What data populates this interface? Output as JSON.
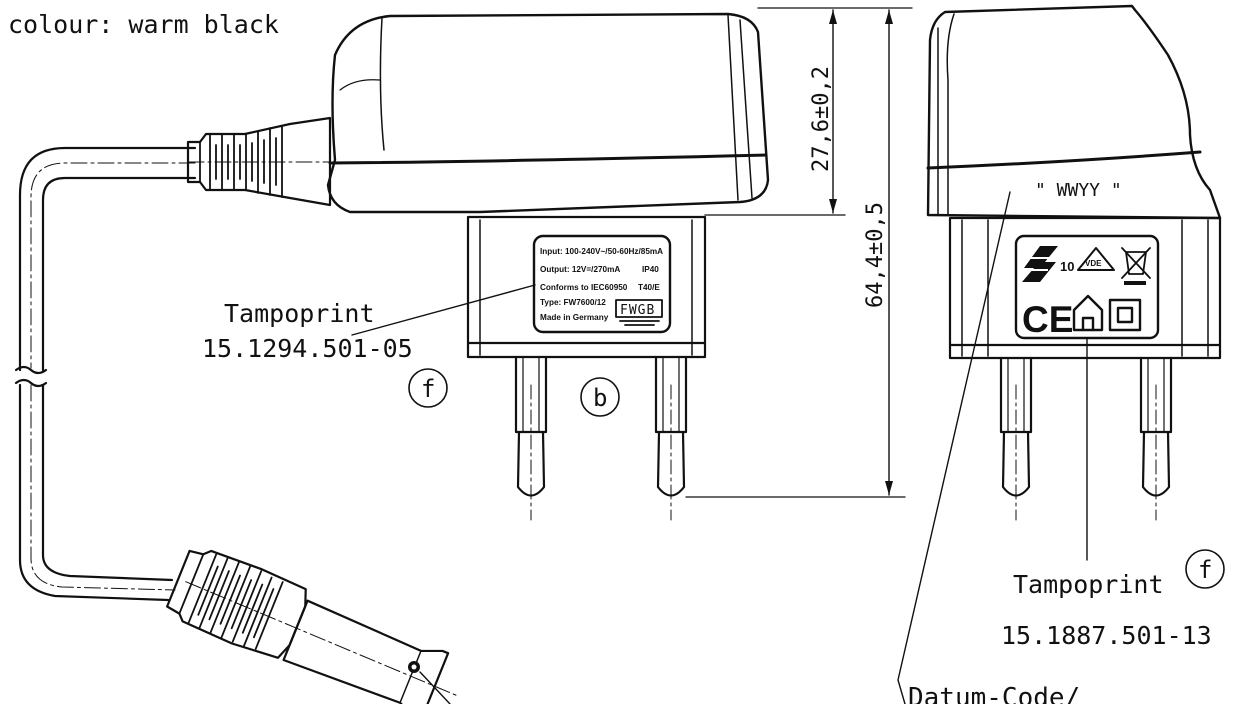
{
  "notes": {
    "colour": "colour: warm black",
    "datum_code": "Datum-Code/"
  },
  "dimensions": {
    "upper_height": "27,6±0,2",
    "total_height": "64,4±0,5"
  },
  "tampoprint_front": {
    "word": "Tampoprint",
    "number": "15.1294.501-05",
    "circle_f": "f",
    "circle_b": "b"
  },
  "tampoprint_side": {
    "word": "Tampoprint",
    "number": "15.1887.501-13",
    "circle_f": "f"
  },
  "date_code_mark": "\" WWYY \"",
  "front_label": {
    "input": "Input: 100-240V~/50-60Hz/85mA",
    "output": "Output: 12V=/270mA",
    "ip": "IP40",
    "conforms": "Conforms to IEC60950",
    "temp": "T40/E",
    "type": "Type: FW7600/12",
    "made": "Made in Germany",
    "brand": "FWGB"
  },
  "side_label": {
    "enec_number": "10",
    "vde": "VDE",
    "ce": "CE"
  }
}
